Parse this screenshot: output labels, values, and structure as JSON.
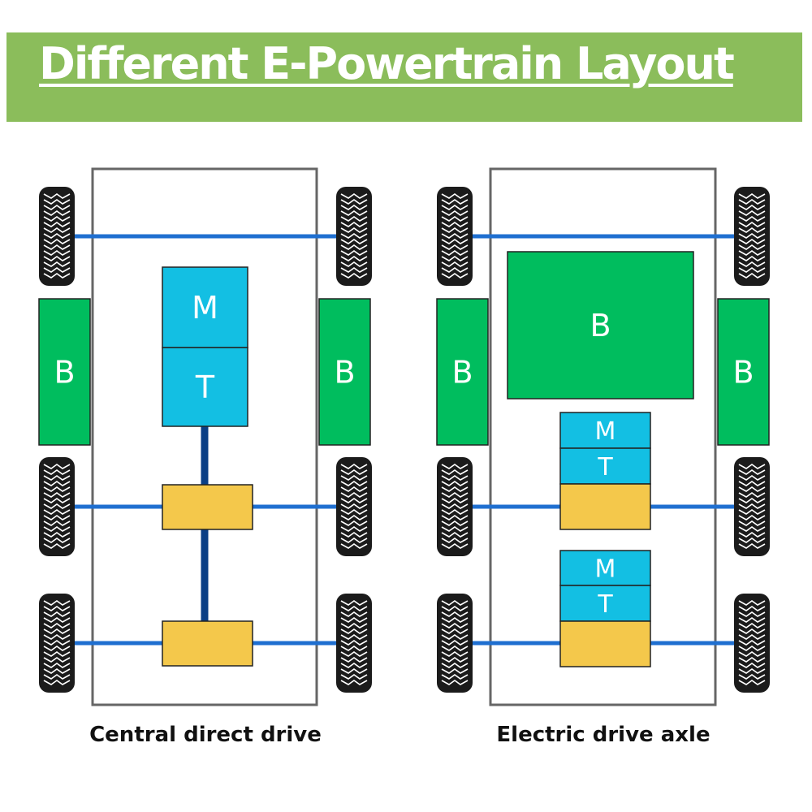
{
  "title": "Different E-Powertrain Layout",
  "colors": {
    "banner": "#8bbd5b",
    "title_text": "#ffffff",
    "battery": "#00bd5e",
    "motor_transmission": "#13bfe3",
    "differential": "#f4c84b",
    "axle": "#1f6fd0",
    "driveshaft": "#0b3f85",
    "chassis_outline": "#666666",
    "tire": "#1b1b1b",
    "label_text": "#ffffff",
    "caption_text": "#111111"
  },
  "labels": {
    "battery": "B",
    "motor": "M",
    "transmission": "T"
  },
  "layouts": [
    {
      "caption": "Central direct drive"
    },
    {
      "caption": "Electric drive axle"
    }
  ]
}
